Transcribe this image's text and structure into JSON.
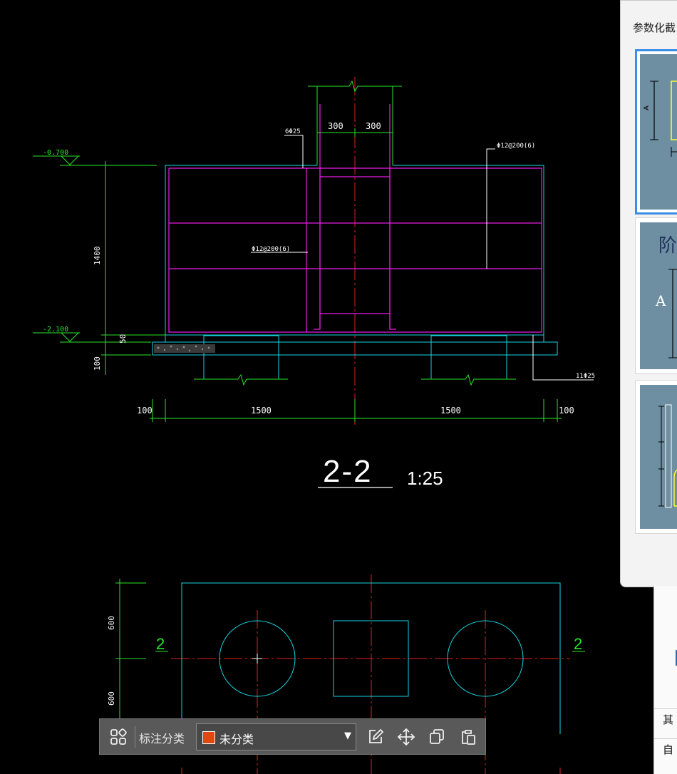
{
  "colors": {
    "background": "#000000",
    "outline_cyan": "#16d5e0",
    "rebar_magenta": "#e61ee6",
    "dim_green": "#27e627",
    "axis_red": "#e61e1e",
    "white": "#ffffff",
    "pad_gray": "#8a8a8a",
    "toolbar_bg": "#595959",
    "swatch": "#e0480f"
  },
  "drawing": {
    "section_title": "2-2",
    "section_scale": "1:25",
    "elevation_top": "-0.700",
    "elevation_bottom": "-2.100",
    "dim_height": "1400",
    "dim_50": "50",
    "dim_100_left": "100",
    "dim_col_left": "300",
    "dim_col_right": "300",
    "dim_base_left": "100",
    "dim_base_span_left": "1500",
    "dim_base_span_right": "1500",
    "dim_base_right": "100",
    "rebar_col": "6Φ25",
    "rebar_side_right": "Φ12@200(6)",
    "rebar_side_left": "Φ12@200(6)",
    "rebar_bottom": "11Φ25",
    "plan_dim_upper": "600",
    "plan_dim_lower": "600",
    "plan_section_mark_left": "2",
    "plan_section_mark_right": "2"
  },
  "dialog": {
    "title": "参数化截",
    "thumb2_text": "阶",
    "thumb2_letter": "A",
    "thumb1_letter": "A"
  },
  "side_panel": {
    "row1": "其",
    "row2": "自"
  },
  "toolbar": {
    "grid_icon": "grid-icon",
    "label": "标注分类",
    "select_value": "未分类",
    "edit_icon": "edit-icon",
    "move_icon": "move-icon",
    "copy_icon": "copy-icon",
    "paste_icon": "paste-icon"
  }
}
